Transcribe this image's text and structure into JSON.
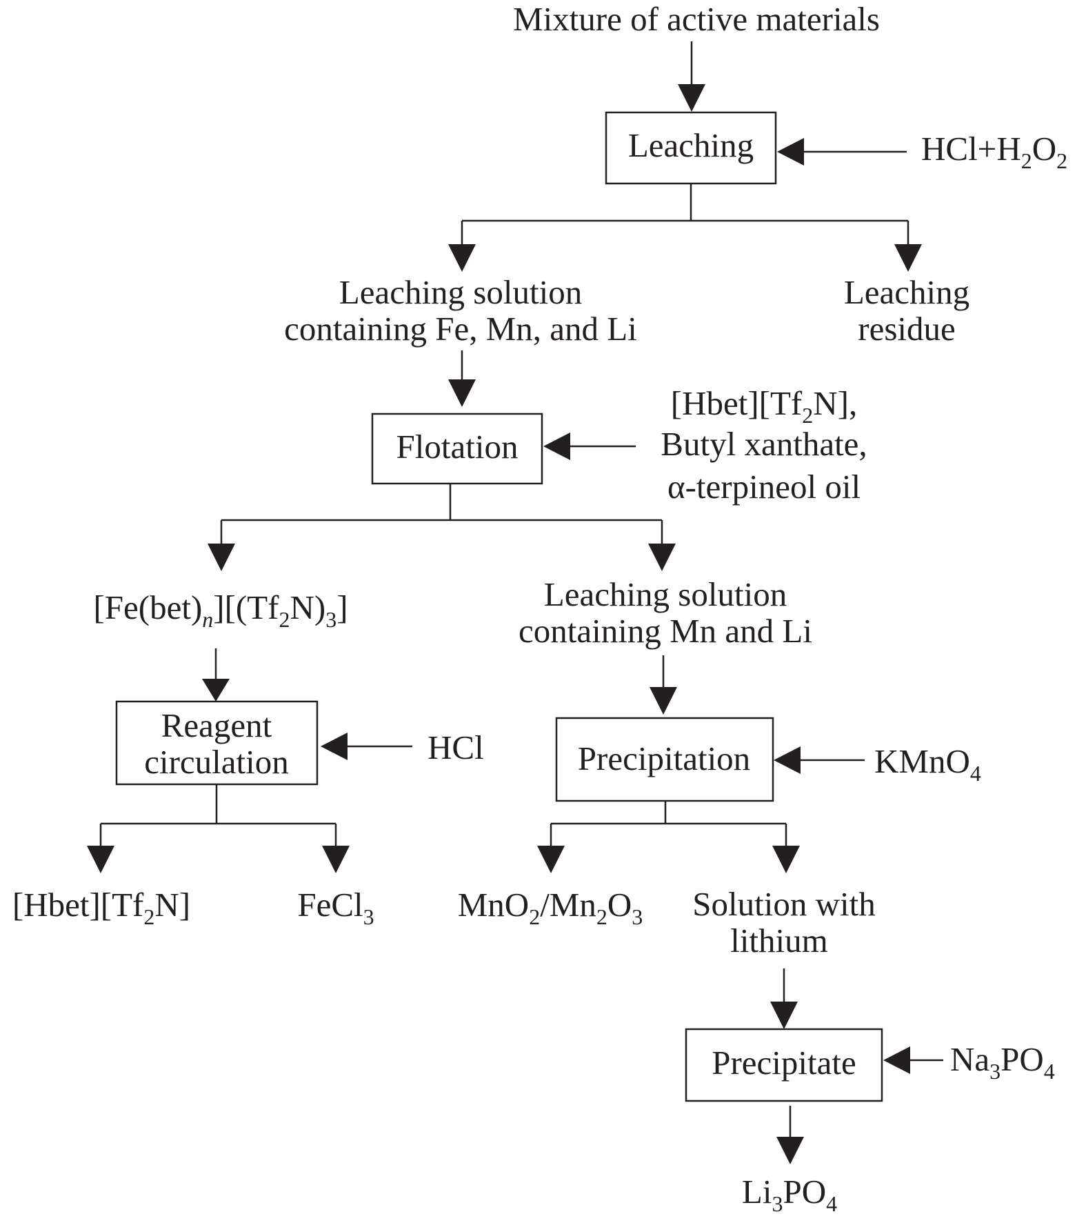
{
  "start": "Mixture of active materials",
  "steps": {
    "leaching": "Leaching",
    "flotation": "Flotation",
    "reagent_circulation": [
      "Reagent",
      "circulation"
    ],
    "precipitation": "Precipitation",
    "precipitate": "Precipitate"
  },
  "reagents": {
    "hcl": "HCl",
    "kmno4": {
      "a": "KMnO",
      "b": "4"
    },
    "hcl_h2o2": {
      "a": "HCl+H",
      "b": "2",
      "c": "O",
      "d": "2"
    },
    "flotation_reagents": {
      "line1": {
        "a": "[Hbet][Tf",
        "b": "2",
        "c": "N],"
      },
      "line2": "Butyl xanthate,",
      "line3": "α-terpineol  oil"
    },
    "na3po4": {
      "a": "Na",
      "b": "3",
      "c": "PO",
      "d": "4"
    }
  },
  "intermediates": {
    "leach_solution_fe_mn_li": [
      "Leaching solution",
      "containing Fe, Mn, and Li"
    ],
    "leach_residue": [
      "Leaching",
      "residue"
    ],
    "fe_complex": {
      "a": "[Fe(bet)",
      "b": "n",
      "c": "][(Tf",
      "d": "2",
      "e": "N)",
      "f": "3",
      "g": "]"
    },
    "leach_solution_mn_li": [
      "Leaching solution",
      "containing  Mn and Li"
    ],
    "solution_lithium": [
      "Solution with",
      "lithium"
    ]
  },
  "products": {
    "hbet_tf2n": {
      "a": "[Hbet][Tf",
      "b": "2",
      "c": "N]"
    },
    "fecl3": {
      "a": "FeCl",
      "b": "3"
    },
    "mno2_mn2o3": {
      "a": "MnO",
      "b": "2",
      "c": "/Mn",
      "d": "2",
      "e": "O",
      "f": "3"
    },
    "li3po4": {
      "a": "Li",
      "b": "3",
      "c": "PO",
      "d": "4"
    }
  }
}
